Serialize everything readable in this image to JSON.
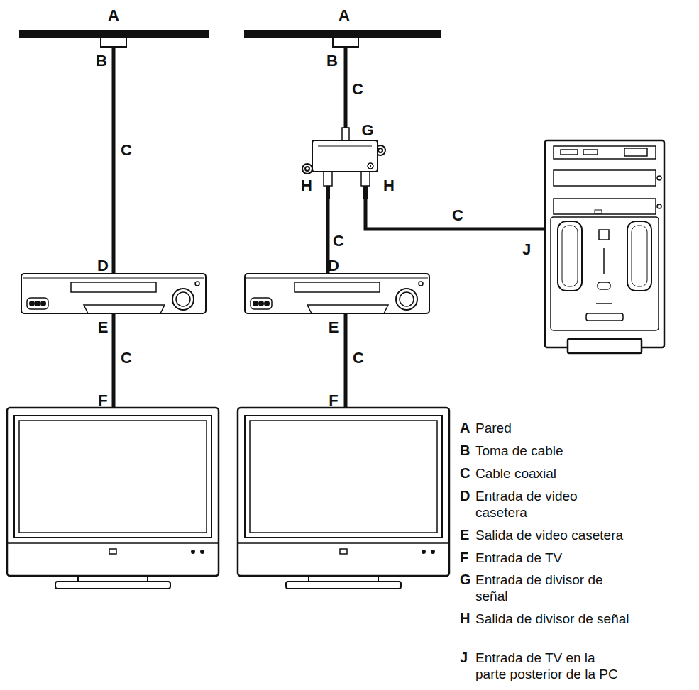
{
  "diagram": {
    "nodes": [
      {
        "text": [
          "A"
        ]
      },
      {
        "text": [
          "B"
        ]
      },
      {
        "text": [
          "D",
          "E"
        ]
      },
      {
        "text": [
          "F"
        ]
      },
      {
        "text": [
          "A"
        ]
      },
      {
        "text": [
          "B"
        ]
      },
      {
        "text": [
          "G",
          "H",
          "H"
        ]
      },
      {
        "text": [
          "D",
          "E"
        ]
      },
      {
        "text": [
          "F"
        ]
      },
      {
        "text": [
          "J"
        ]
      }
    ],
    "edges": [
      {
        "from": 1,
        "to": 2,
        "arrow": "none",
        "label": "C"
      },
      {
        "from": 2,
        "to": 3,
        "arrow": "none",
        "label": "C"
      },
      {
        "from": 5,
        "to": 6,
        "arrow": "none",
        "label": "C"
      },
      {
        "from": 6,
        "to": 7,
        "arrow": "none",
        "label": "C"
      },
      {
        "from": 6,
        "to": 9,
        "arrow": "none",
        "label": "C"
      },
      {
        "from": 7,
        "to": 8,
        "arrow": "none",
        "label": "C"
      }
    ],
    "labels": [
      "A",
      "Pared",
      "B",
      "Toma de cable",
      "C",
      "Cable coaxial",
      "D",
      "Entrada de video casetera",
      "E",
      "Salida de video casetera",
      "F",
      "Entrada de TV",
      "G",
      "Entrada de divisor de señal",
      "H",
      "Salida de divisor de señal",
      "J",
      "Entrada de TV en la parte posterior de la PC"
    ]
  }
}
